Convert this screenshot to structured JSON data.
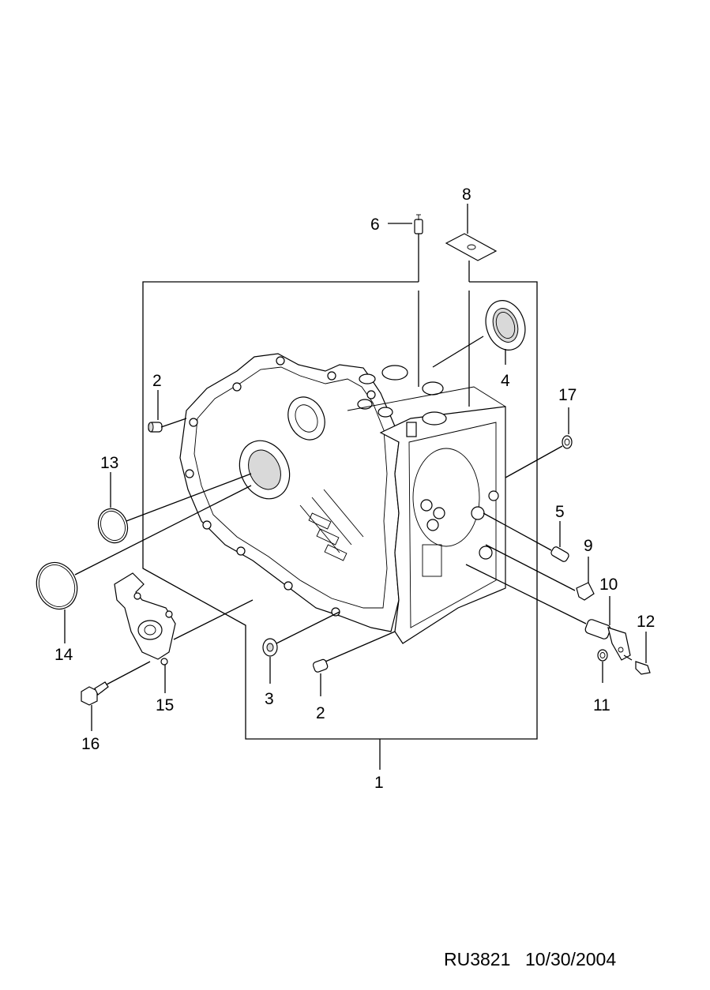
{
  "diagram": {
    "callouts": {
      "c1": "1",
      "c2a": "2",
      "c2b": "2",
      "c3": "3",
      "c4": "4",
      "c5": "5",
      "c6": "6",
      "c8": "8",
      "c9": "9",
      "c10": "10",
      "c11": "11",
      "c12": "12",
      "c13": "13",
      "c14": "14",
      "c15": "15",
      "c16": "16",
      "c17": "17"
    },
    "footer": {
      "ref": "RU3821",
      "date": "10/30/2004"
    }
  }
}
